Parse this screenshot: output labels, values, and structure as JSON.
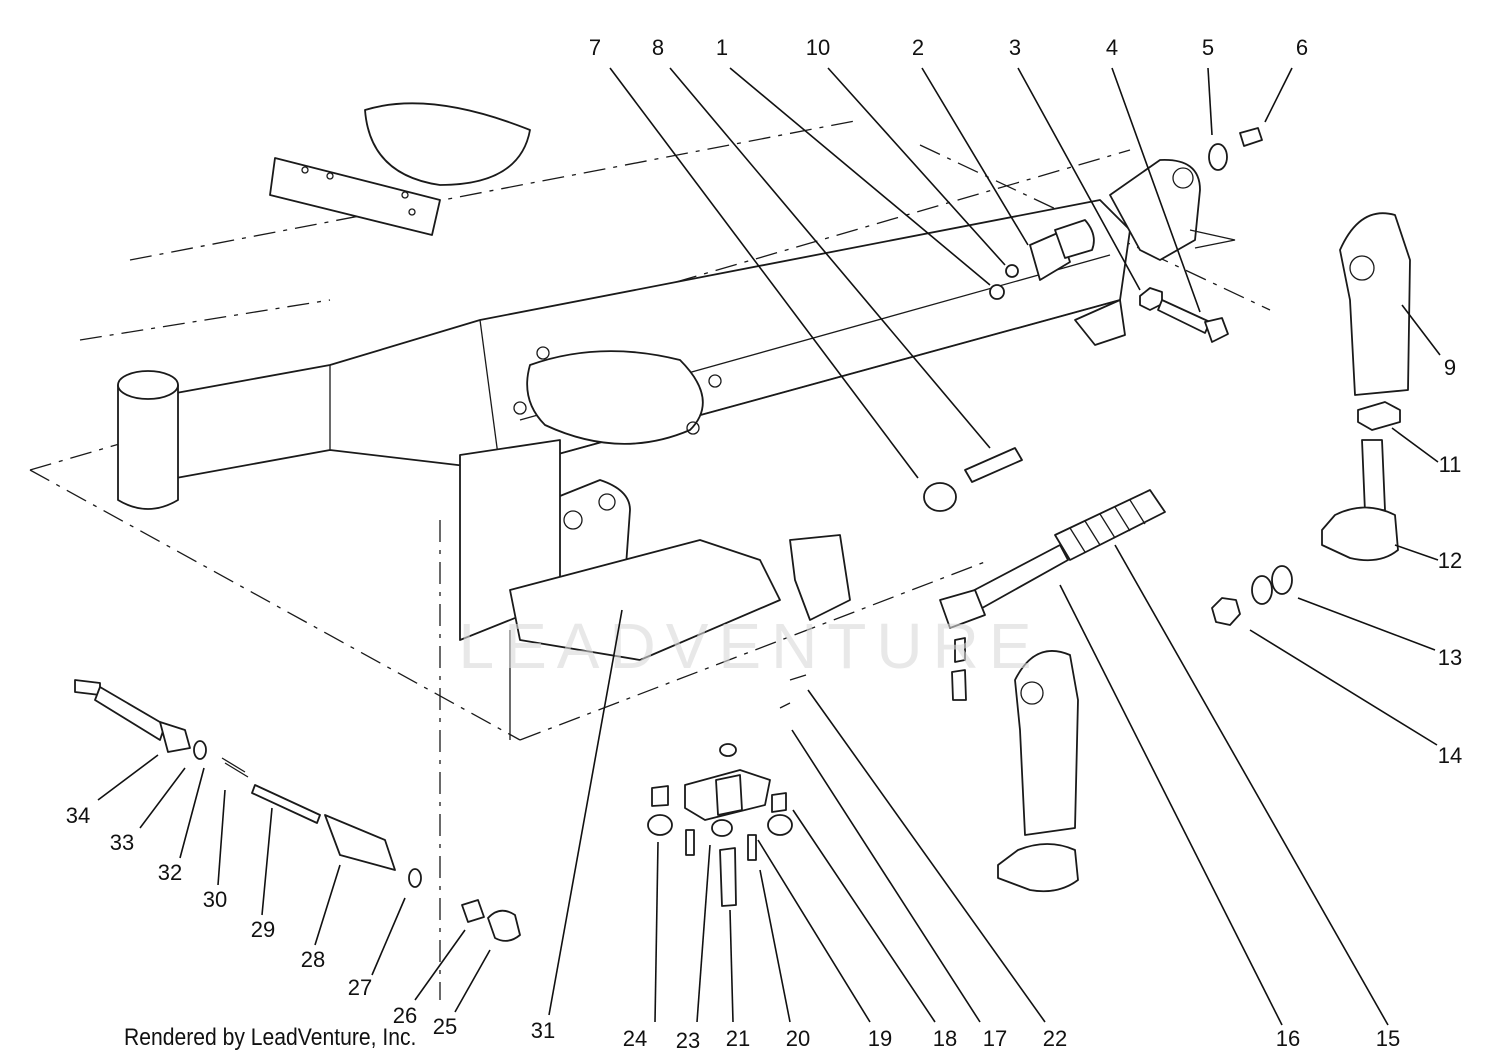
{
  "watermark": "LEADVENTURE",
  "footer": "Rendered by LeadVenture, Inc.",
  "callouts": [
    {
      "label": "7"
    },
    {
      "label": "8"
    },
    {
      "label": "1"
    },
    {
      "label": "10"
    },
    {
      "label": "2"
    },
    {
      "label": "3"
    },
    {
      "label": "4"
    },
    {
      "label": "5"
    },
    {
      "label": "6"
    },
    {
      "label": "9"
    },
    {
      "label": "11"
    },
    {
      "label": "12"
    },
    {
      "label": "13"
    },
    {
      "label": "14"
    },
    {
      "label": "15"
    },
    {
      "label": "16"
    },
    {
      "label": "22"
    },
    {
      "label": "17"
    },
    {
      "label": "18"
    },
    {
      "label": "19"
    },
    {
      "label": "20"
    },
    {
      "label": "21"
    },
    {
      "label": "23"
    },
    {
      "label": "24"
    },
    {
      "label": "31"
    },
    {
      "label": "25"
    },
    {
      "label": "26"
    },
    {
      "label": "27"
    },
    {
      "label": "28"
    },
    {
      "label": "29"
    },
    {
      "label": "30"
    },
    {
      "label": "32"
    },
    {
      "label": "33"
    },
    {
      "label": "34"
    }
  ]
}
